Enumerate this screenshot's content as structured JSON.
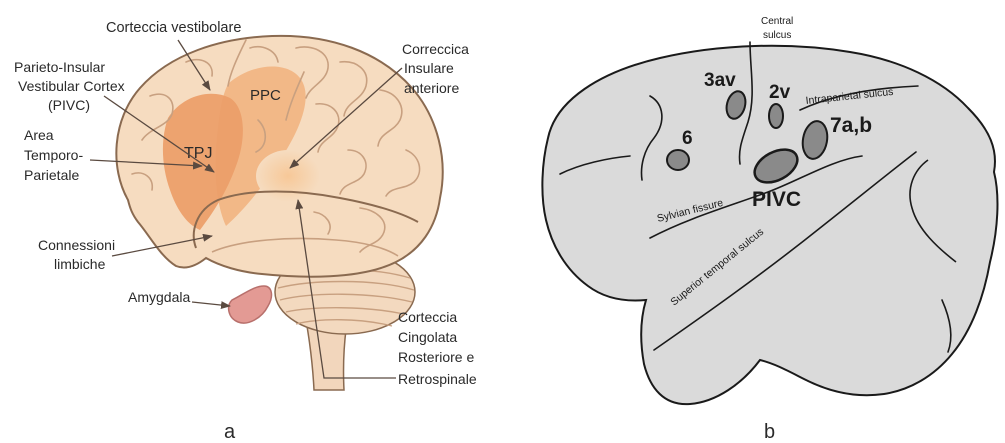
{
  "panel_a": {
    "caption": "a",
    "labels": {
      "vestibular_cortex": "Corteccia vestibolare",
      "pivc_line1": "Parieto-Insular",
      "pivc_line2": "Vestibular Cortex",
      "pivc_line3": "(PIVC)",
      "tpj_line1": "Area",
      "tpj_line2": "Temporo-",
      "tpj_line3": "Parietale",
      "limbic_line1": "Connessioni",
      "limbic_line2": "limbiche",
      "amygdala": "Amygdala",
      "insular_line1": "Correccica",
      "insular_line2": "Insulare",
      "insular_line3": "anteriore",
      "cingulate_line1": "Corteccia",
      "cingulate_line2": "Cingolata",
      "cingulate_line3": "Rosteriore e",
      "cingulate_line4": "Retrospinale",
      "region_tpj": "TPJ",
      "region_ppc": "PPC"
    }
  },
  "panel_b": {
    "caption": "b",
    "labels": {
      "central_line1": "Central",
      "central_line2": "sulcus",
      "area_3av": "3av",
      "area_2v": "2v",
      "intraparietal": "Intraparietal sulcus",
      "area_6": "6",
      "area_7ab": "7a,b",
      "pivc": "PIVC",
      "sylvian": "Sylvian fissure",
      "superior_temporal": "Superior temporal sulcus"
    }
  },
  "colors": {
    "brain_fill": "#f6dcc0",
    "brain_outline": "#8a6a50",
    "gyri": "#c8a080",
    "tpj_region": "#ec9d68",
    "ppc_region": "#f2b481",
    "insula_region": "#f6c99c",
    "amygdala": "#e39a94",
    "monkey_fill": "#dadada",
    "monkey_outline": "#1a1a1a",
    "area_fill": "#8a8a8a"
  }
}
